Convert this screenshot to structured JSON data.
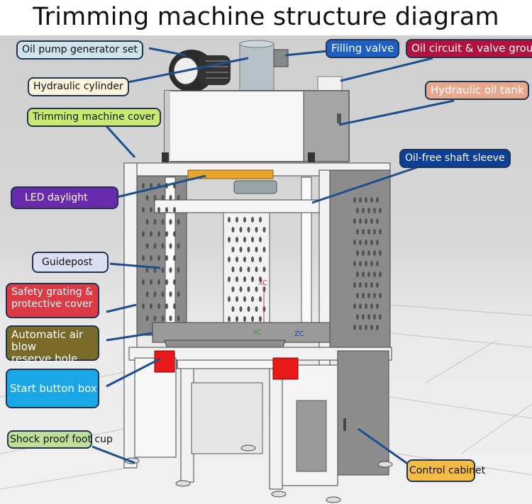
{
  "title": "Trimming machine structure diagram",
  "labels": {
    "oil_pump": {
      "text": "Oil pump generator set",
      "bg": "#cfe3ea",
      "fg": "#111111"
    },
    "hydraulic_cylinder": {
      "text": "Hydraulic cylinder",
      "bg": "#fbf3dc",
      "fg": "#111111"
    },
    "machine_cover": {
      "text": "Trimming machine cover",
      "bg": "#c9ea6e",
      "fg": "#111111"
    },
    "filling_valve": {
      "text": "Filling valve",
      "bg": "#1e5fc4",
      "fg": "#ffffff"
    },
    "oil_circuit": {
      "text": "Oil circuit & valve group",
      "bg": "#b3123f",
      "fg": "#ffffff"
    },
    "oil_tank": {
      "text": "Hydraulic oil tank",
      "bg": "#e8a88e",
      "fg": "#ffffff"
    },
    "shaft_sleeve": {
      "text": "Oil-free shaft sleeve",
      "bg": "#0e3f96",
      "fg": "#ffffff"
    },
    "led_daylight": {
      "text": "LED daylight",
      "bg": "#6a2aad",
      "fg": "#ffffff"
    },
    "guidepost": {
      "text": "Guidepost",
      "bg": "#dcdff4",
      "fg": "#111111"
    },
    "safety_grating": {
      "text": "Safety grating & protective cover",
      "line1": "Safety grating &",
      "line2": "protective cover",
      "bg": "#dc3b45",
      "fg": "#ffffff"
    },
    "air_blow": {
      "text": "Automatic air blow reserve hole",
      "line1": "Automatic air blow",
      "line2": "reserve hole",
      "bg": "#7a6a2a",
      "fg": "#ffffff"
    },
    "start_button": {
      "text": "Start button box",
      "bg": "#1aa7e8",
      "fg": "#ffffff"
    },
    "foot_cup": {
      "text": "Shock proof foot cup",
      "bg": "#bfe09a",
      "fg": "#111111"
    },
    "control_cabinet": {
      "text": "Control cabinet",
      "bg": "#f4bc45",
      "fg": "#111111"
    }
  },
  "axis_marks": {
    "x": "XC",
    "y": "YC",
    "z": "ZC"
  },
  "colors": {
    "leader": "#1d4f8f",
    "frame": "#f2f2f2",
    "panel": "#8a8a8a",
    "red_box": "#e81a1a",
    "led": "#e8a62a"
  }
}
